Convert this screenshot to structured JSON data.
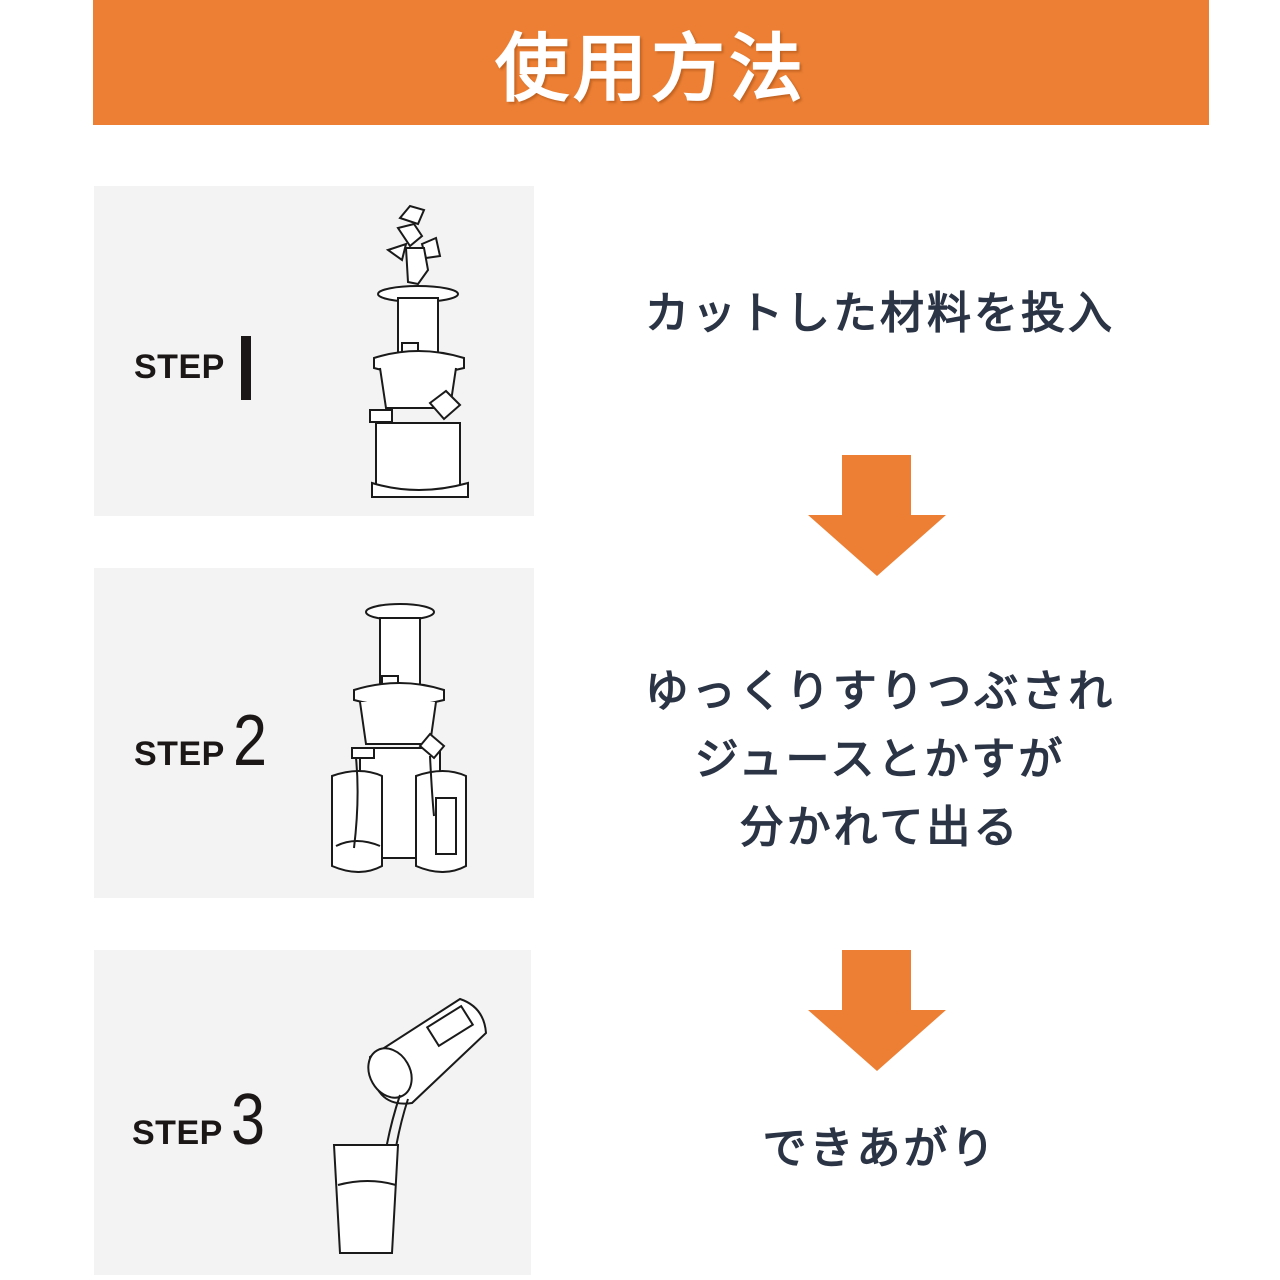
{
  "header": {
    "title": "使用方法",
    "background": "#ec7f33"
  },
  "steps": [
    {
      "label": "STEP",
      "number": "1",
      "illustration": "juicer-adding-ingredients-icon",
      "description": "カットした材料を投入"
    },
    {
      "label": "STEP",
      "number": "2",
      "illustration": "juicer-separating-juice-pulp-icon",
      "description_lines": [
        "ゆっくりすりつぶされ",
        "ジュースとかすが",
        "分かれて出る"
      ]
    },
    {
      "label": "STEP",
      "number": "3",
      "illustration": "pouring-juice-glass-icon",
      "description": "できあがり"
    }
  ],
  "arrows": [
    {
      "icon": "arrow-down-icon",
      "color": "#ec7f33"
    },
    {
      "icon": "arrow-down-icon",
      "color": "#ec7f33"
    }
  ],
  "colors": {
    "panel_bg": "#f3f3f3",
    "text": "#2b3445",
    "step_text": "#1c1717"
  }
}
